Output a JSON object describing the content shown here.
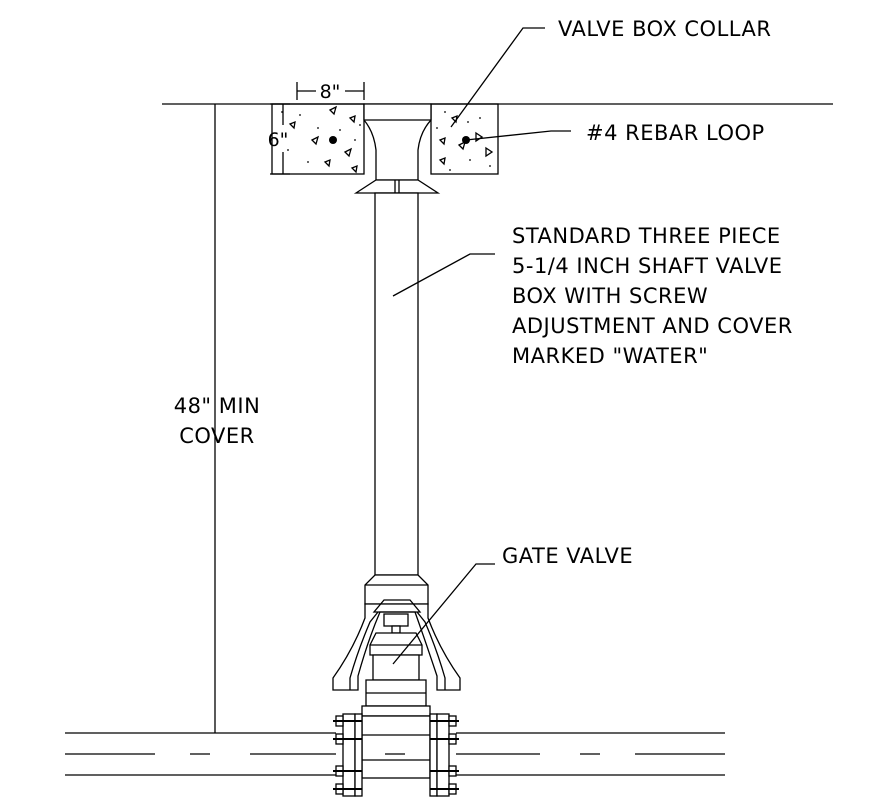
{
  "labels": {
    "collar": "VALVE BOX COLLAR",
    "rebar": "#4 REBAR LOOP",
    "box_lines": [
      "STANDARD THREE PIECE",
      "5-1/4 INCH SHAFT VALVE",
      "BOX WITH SCREW",
      "ADJUSTMENT AND COVER",
      "MARKED \"WATER\""
    ],
    "cover_lines": [
      "48\" MIN",
      "COVER"
    ],
    "gate_valve": "GATE VALVE"
  },
  "dimensions": {
    "collar_width": "8\"",
    "collar_depth": "6\""
  },
  "colors": {
    "line": "#000000",
    "background": "#ffffff"
  }
}
